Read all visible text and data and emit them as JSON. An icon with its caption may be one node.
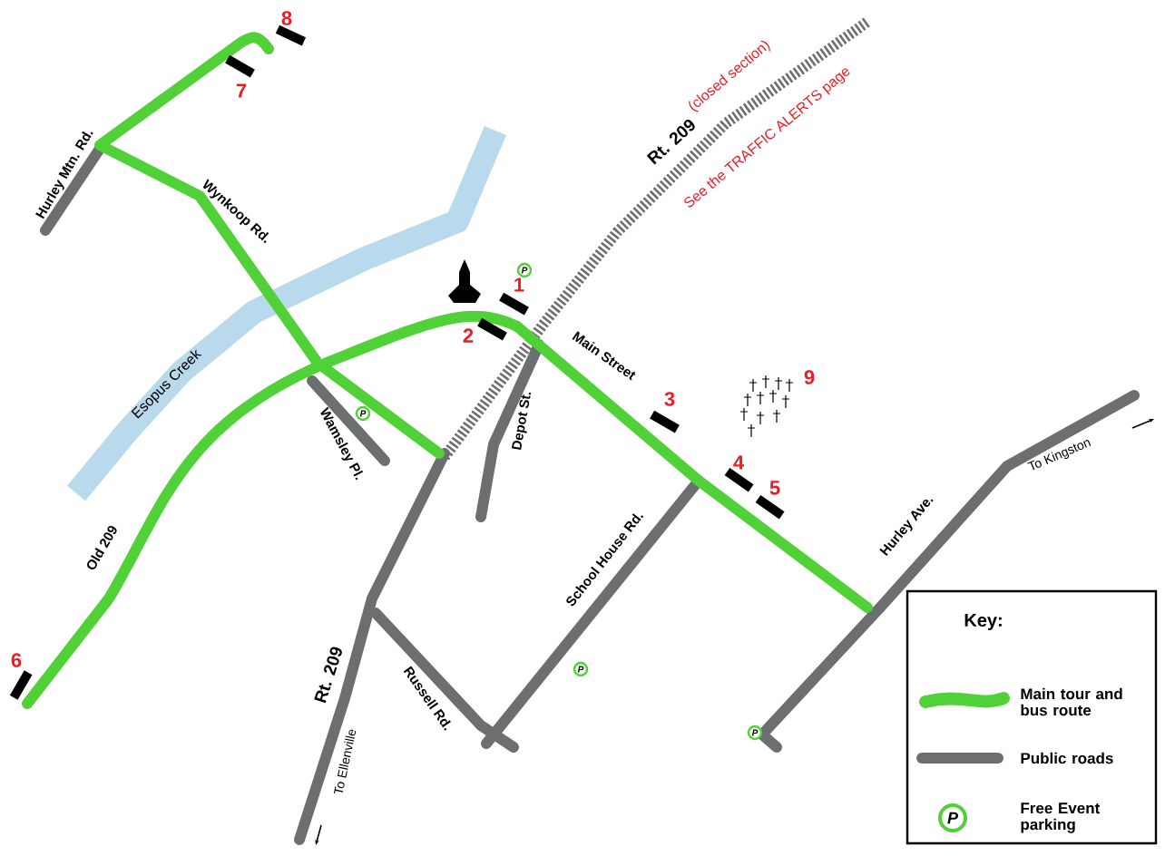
{
  "diagram": {
    "labels": [
      "8",
      "7",
      "Hurley Mtn. Rd.",
      "Rt. 209",
      "(closed section)",
      "See the TRAFFIC ALERTS page",
      "Wynkoop Rd.",
      "P",
      "1",
      "2",
      "Main Street",
      "Esopus Creek",
      "3",
      "9",
      "Depot St.",
      "P",
      "Wamsley Pl.",
      "4",
      "5",
      "To Kingston",
      "Hurley Ave.",
      "School House Rd.",
      "Old 209",
      "6",
      "Rt. 209",
      "Russell Rd.",
      "P",
      "P",
      "To Ellenville",
      "Key:",
      "P"
    ],
    "legend": [
      {
        "text": "Main tour and bus route"
      },
      {
        "text": "Public roads"
      },
      {
        "text": "Free Event parking"
      }
    ]
  }
}
